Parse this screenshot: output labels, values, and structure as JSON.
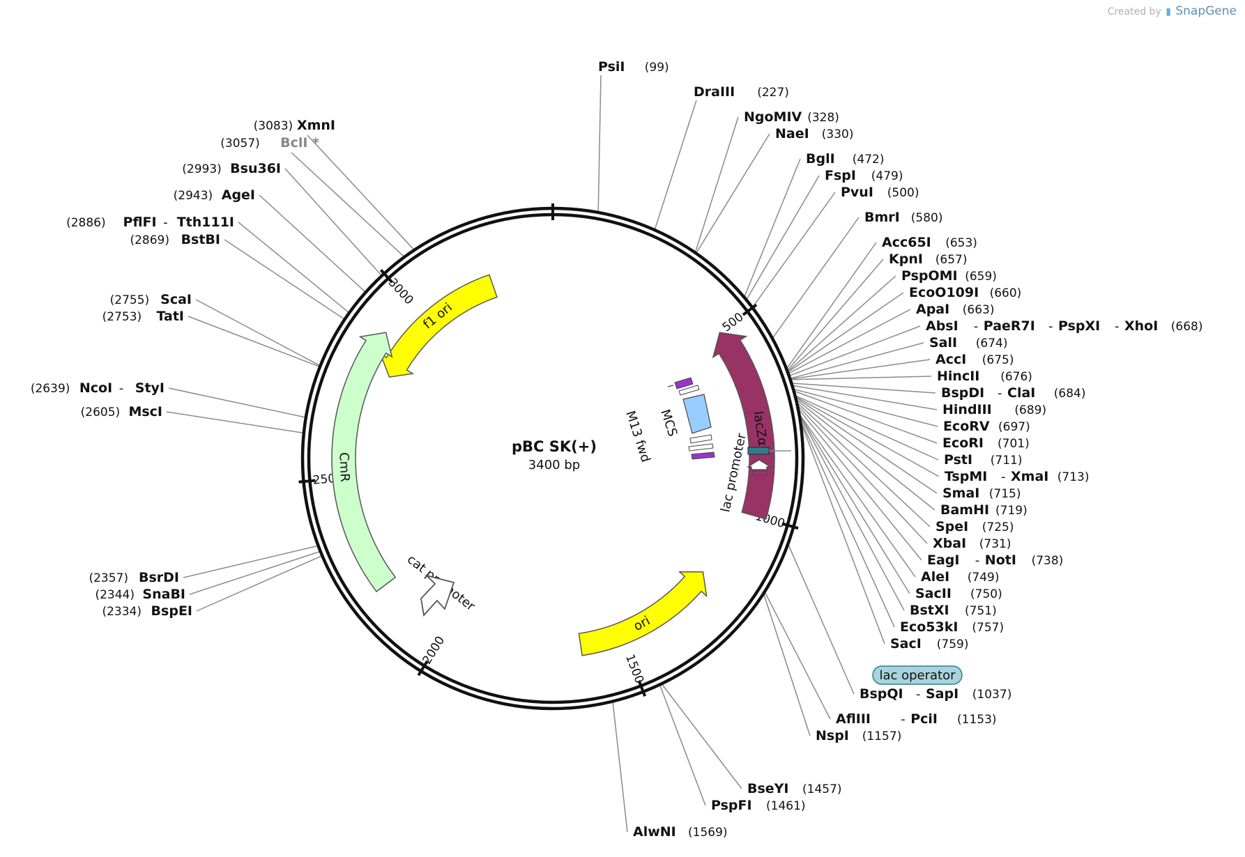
{
  "credit": {
    "created_by": "Created by",
    "brand": "SnapGene"
  },
  "plasmid": {
    "name": "pBC SK(+)",
    "size_label": "3400 bp",
    "length": 3400
  },
  "ticks": [
    {
      "pos": 0,
      "label": ""
    },
    {
      "pos": 500,
      "label": "500"
    },
    {
      "pos": 1000,
      "label": "1000"
    },
    {
      "pos": 1500,
      "label": "1500"
    },
    {
      "pos": 2000,
      "label": "2000"
    },
    {
      "pos": 2500,
      "label": "2500"
    },
    {
      "pos": 3000,
      "label": "3000"
    }
  ],
  "features": [
    {
      "name": "f1 ori",
      "start": 3220,
      "end": 2800,
      "color": "#ffff00",
      "label_color": "#111111"
    },
    {
      "name": "lacZα",
      "start": 1000,
      "end": 500,
      "color": "#993366",
      "label_color": "#ffffff"
    },
    {
      "name": "ori",
      "start": 1620,
      "end": 1200,
      "color": "#ffff00",
      "label_color": "#111111"
    },
    {
      "name": "CmR",
      "start": 2200,
      "end": 2900,
      "color": "#ccffcc",
      "label_color": "#111111"
    }
  ],
  "small_features": [
    {
      "name": "MCS",
      "color": "#99ccff"
    },
    {
      "name": "M13 fwd",
      "color": "#9933cc"
    },
    {
      "name": "lac promoter",
      "color": "#ffffff"
    },
    {
      "name": "cat promoter",
      "color": "#ffffff"
    },
    {
      "name": "lac operator",
      "color": "#2e7d8c"
    }
  ],
  "lac_operator_label": "lac operator",
  "enzymes_right": [
    {
      "names": [
        "PsiI"
      ],
      "pos": "(99)"
    },
    {
      "names": [
        "DraIII"
      ],
      "pos": "(227)"
    },
    {
      "names": [
        "NgoMIV"
      ],
      "pos": "(328)"
    },
    {
      "names": [
        "NaeI"
      ],
      "pos": "(330)"
    },
    {
      "names": [
        "BglI"
      ],
      "pos": "(472)"
    },
    {
      "names": [
        "FspI"
      ],
      "pos": "(479)"
    },
    {
      "names": [
        "PvuI"
      ],
      "pos": "(500)"
    },
    {
      "names": [
        "BmrI"
      ],
      "pos": "(580)"
    },
    {
      "names": [
        "Acc65I"
      ],
      "pos": "(653)"
    },
    {
      "names": [
        "KpnI"
      ],
      "pos": "(657)"
    },
    {
      "names": [
        "PspOMI"
      ],
      "pos": "(659)"
    },
    {
      "names": [
        "EcoO109I"
      ],
      "pos": "(660)"
    },
    {
      "names": [
        "ApaI"
      ],
      "pos": "(663)"
    },
    {
      "names": [
        "AbsI",
        "PaeR7I",
        "PspXI",
        "XhoI"
      ],
      "pos": "(668)"
    },
    {
      "names": [
        "SalI"
      ],
      "pos": "(674)"
    },
    {
      "names": [
        "AccI"
      ],
      "pos": "(675)"
    },
    {
      "names": [
        "HincII"
      ],
      "pos": "(676)"
    },
    {
      "names": [
        "BspDI",
        "ClaI"
      ],
      "pos": "(684)"
    },
    {
      "names": [
        "HindIII"
      ],
      "pos": "(689)"
    },
    {
      "names": [
        "EcoRV"
      ],
      "pos": "(697)"
    },
    {
      "names": [
        "EcoRI"
      ],
      "pos": "(701)"
    },
    {
      "names": [
        "PstI"
      ],
      "pos": "(711)"
    },
    {
      "names": [
        "TspMI",
        "XmaI"
      ],
      "pos": "(713)"
    },
    {
      "names": [
        "SmaI"
      ],
      "pos": "(715)"
    },
    {
      "names": [
        "BamHI"
      ],
      "pos": "(719)"
    },
    {
      "names": [
        "SpeI"
      ],
      "pos": "(725)"
    },
    {
      "names": [
        "XbaI"
      ],
      "pos": "(731)"
    },
    {
      "names": [
        "EagI",
        "NotI"
      ],
      "pos": "(738)"
    },
    {
      "names": [
        "AleI"
      ],
      "pos": "(749)"
    },
    {
      "names": [
        "SacII"
      ],
      "pos": "(750)"
    },
    {
      "names": [
        "BstXI"
      ],
      "pos": "(751)"
    },
    {
      "names": [
        "Eco53kI"
      ],
      "pos": "(757)"
    },
    {
      "names": [
        "SacI"
      ],
      "pos": "(759)"
    },
    {
      "names": [
        "BspQI",
        "SapI"
      ],
      "pos": "(1037)"
    },
    {
      "names": [
        "AflIII",
        "PciI"
      ],
      "pos": "(1153)"
    },
    {
      "names": [
        "NspI"
      ],
      "pos": "(1157)"
    },
    {
      "names": [
        "BseYI"
      ],
      "pos": "(1457)"
    },
    {
      "names": [
        "PspFI"
      ],
      "pos": "(1461)"
    },
    {
      "names": [
        "AlwNI"
      ],
      "pos": "(1569)"
    }
  ],
  "enzymes_left": [
    {
      "names": [
        "XmnI"
      ],
      "pos": "(3083)",
      "dim": false
    },
    {
      "names": [
        "BclI *"
      ],
      "pos": "(3057)",
      "dim": true
    },
    {
      "names": [
        "Bsu36I"
      ],
      "pos": "(2993)",
      "dim": false
    },
    {
      "names": [
        "AgeI"
      ],
      "pos": "(2943)",
      "dim": false
    },
    {
      "names": [
        "PflFI",
        "Tth111I"
      ],
      "pos": "(2886)",
      "dim": false
    },
    {
      "names": [
        "BstBI"
      ],
      "pos": "(2869)",
      "dim": false
    },
    {
      "names": [
        "ScaI"
      ],
      "pos": "(2755)",
      "dim": false
    },
    {
      "names": [
        "TatI"
      ],
      "pos": "(2753)",
      "dim": false
    },
    {
      "names": [
        "NcoI",
        "StyI"
      ],
      "pos": "(2639)",
      "dim": false
    },
    {
      "names": [
        "MscI"
      ],
      "pos": "(2605)",
      "dim": false
    },
    {
      "names": [
        "BsrDI"
      ],
      "pos": "(2357)",
      "dim": false
    },
    {
      "names": [
        "SnaBI"
      ],
      "pos": "(2344)",
      "dim": false
    },
    {
      "names": [
        "BspEI"
      ],
      "pos": "(2334)",
      "dim": false
    }
  ]
}
